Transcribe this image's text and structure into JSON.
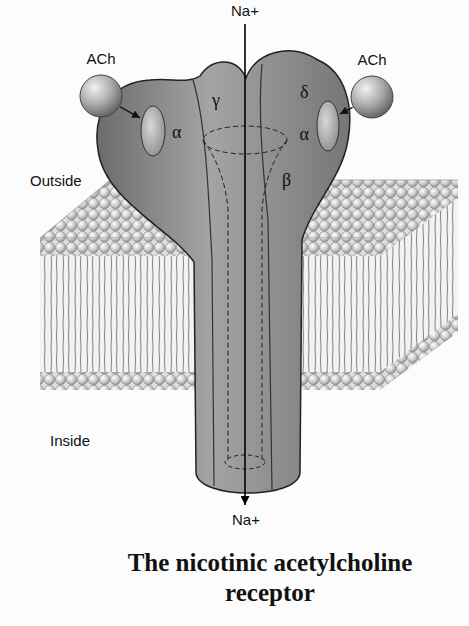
{
  "diagram": {
    "caption": "The nicotinic acetylcholine receptor",
    "nodes": [
      {
        "text": [
          "ACh"
        ]
      },
      {
        "text": [
          "ACh"
        ]
      },
      {
        "text": [
          "α"
        ]
      },
      {
        "text": [
          "α"
        ]
      }
    ],
    "edges": [
      {
        "from": 0,
        "to": 2,
        "arrow": "to"
      },
      {
        "from": 1,
        "to": 3,
        "arrow": "to"
      }
    ],
    "labels": [
      "Na+",
      "γ",
      "δ",
      "β",
      "Outside",
      "Inside",
      "Na+"
    ]
  }
}
